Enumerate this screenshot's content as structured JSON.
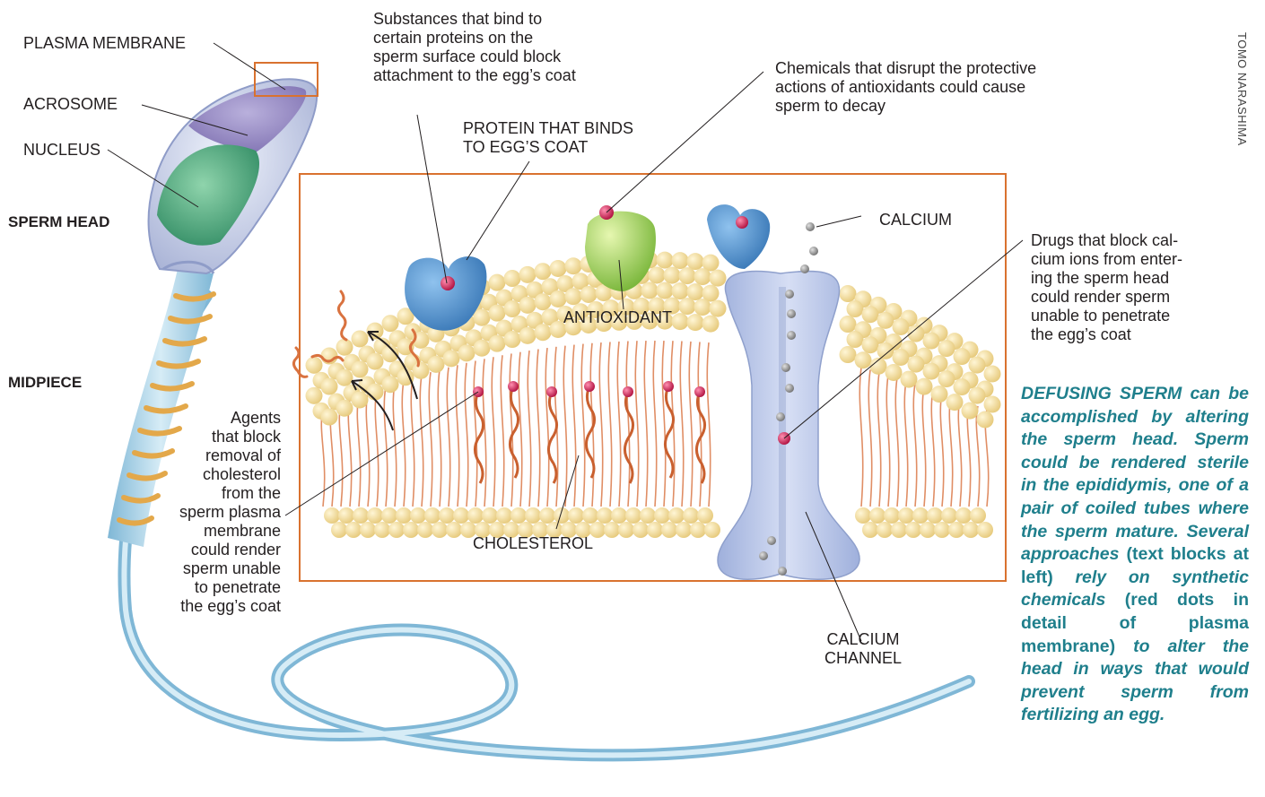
{
  "credit": "TOMO NARASHIMA",
  "labels": {
    "plasma_membrane": "PLASMA MEMBRANE",
    "acrosome": "ACROSOME",
    "nucleus": "NUCLEUS",
    "sperm_head": "SPERM HEAD",
    "midpiece": "MIDPIECE",
    "protein_binds_line1": "PROTEIN THAT BINDS",
    "protein_binds_line2": "TO EGG’S COAT",
    "antioxidant": "ANTIOXIDANT",
    "calcium": "CALCIUM",
    "cholesterol": "CHOLESTEROL",
    "calcium_channel_line1": "CALCIUM",
    "calcium_channel_line2": "CHANNEL"
  },
  "notes": {
    "substances": [
      "Substances that bind to",
      "certain proteins on the",
      "sperm surface could block",
      "attachment to the egg’s coat"
    ],
    "chemicals": [
      "Chemicals that disrupt the protective",
      "actions of antioxidants could cause",
      "sperm to decay"
    ],
    "drugs": [
      "Drugs that block cal-",
      "cium ions from enter-",
      "ing the sperm head",
      "could render sperm",
      "unable to penetrate",
      "the egg’s coat"
    ],
    "agents": [
      "Agents",
      "that block",
      "removal of",
      "cholesterol",
      "from the",
      "sperm plasma",
      "membrane",
      "could render",
      "sperm unable",
      "to penetrate",
      "the egg’s coat"
    ]
  },
  "caption": {
    "part1": "DEFUSING SPERM can be accomplished by altering the sperm head. Sperm could be rendered sterile in the epididymis, one of a pair of coiled tubes where the sperm mature. Several approaches",
    "part2": " (text blocks at left) ",
    "part3": "rely on synthetic chemicals",
    "part4": " (red dots in detail of plasma membrane) ",
    "part5": "to alter the head in ways that would prevent sperm from fertilizing an egg."
  },
  "colors": {
    "frame": "#d9722f",
    "caption": "#1f7f8c",
    "tail": "#a9d3e8",
    "nucleus": "#3f9f74",
    "acrosome": "#9a8fc4",
    "lipid_head": "#f3dfa0",
    "protein": "#3f86c4",
    "antioxidant": "#9fd24a",
    "red_dot": "#c4184a",
    "calcium_ion": "#8f8f8f",
    "channel": "#b3c3e6"
  }
}
